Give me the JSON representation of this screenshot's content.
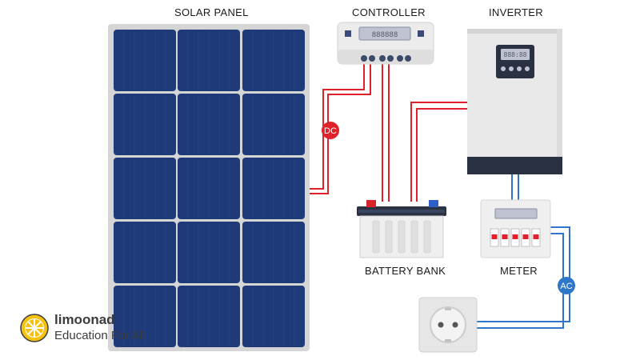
{
  "labels": {
    "solar_panel": "SOLAR PANEL",
    "controller": "CONTROLLER",
    "inverter": "INVERTER",
    "battery_bank": "BATTERY BANK",
    "meter": "METER",
    "dc": "DC",
    "ac": "AC"
  },
  "controller_display": "888888",
  "inverter_display": "888:88",
  "brand": {
    "name": "limoonad",
    "tagline": "Education For All"
  },
  "colors": {
    "panel_cell": "#1f3a78",
    "panel_frame": "#d5d5d5",
    "dc_wire": "#e0202a",
    "ac_wire": "#2f76c8",
    "device_body": "#ededed",
    "display": "#bfc3d1",
    "brand_yellow": "#f4c20d"
  }
}
